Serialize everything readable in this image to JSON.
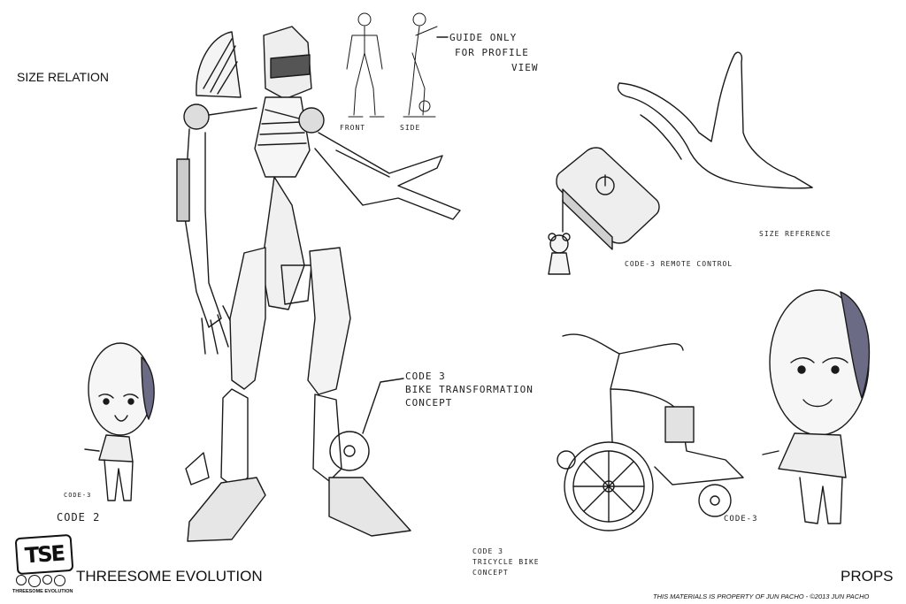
{
  "headings": {
    "size_relation": "SIZE RELATION",
    "brand": "THREESOME EVOLUTION",
    "props": "PROPS",
    "copyright": "THIS MATERIALS IS PROPERTY OF JUN PACHO - ©2013 JUN PACHO"
  },
  "logo": {
    "mark": "TSE",
    "sub": "THREESOME EVOLUTION"
  },
  "notes": {
    "guide_line1": "GUIDE ONLY",
    "guide_line2": "FOR PROFILE",
    "guide_line3": "VIEW",
    "front": "FRONT",
    "side": "SIDE",
    "size_reference": "SIZE REFERENCE",
    "remote": "CODE-3 REMOTE CONTROL",
    "bike_line1": "CODE 3",
    "bike_line2": "BIKE TRANSFORMATION",
    "bike_line3": "CONCEPT",
    "code3_small": "CODE-3",
    "code2": "CODE 2",
    "code3_right": "CODE-3",
    "trike_line1": "CODE 3",
    "trike_line2": "TRICYCLE BIKE",
    "trike_line3": "CONCEPT"
  },
  "colors": {
    "ink": "#1a1a1a",
    "paper": "#ffffff",
    "shade": "#6b6b85"
  }
}
